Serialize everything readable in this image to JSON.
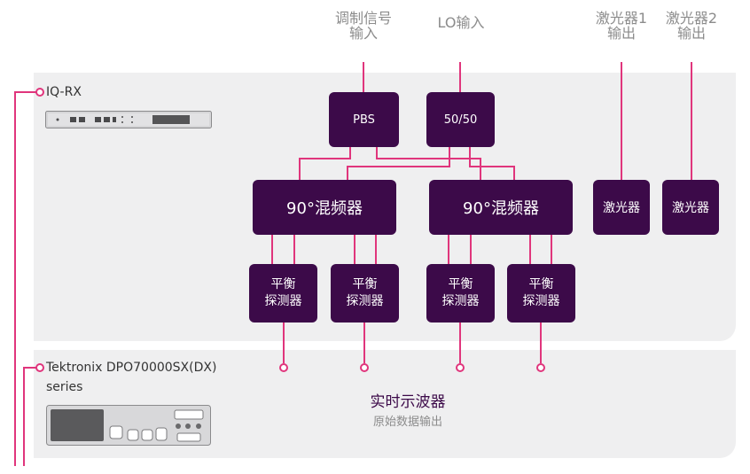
{
  "inputs": {
    "signal": "调制信号\n输入",
    "lo": "LO输入",
    "laser1": "激光器1\n输出",
    "laser2": "激光器2\n输出"
  },
  "receiver": {
    "name": "IQ-RX"
  },
  "scope": {
    "model": "Tektronix DPO70000SX(DX)\nseries",
    "title": "实时示波器",
    "subtitle": "原始数据输出"
  },
  "blocks": {
    "pbs": "PBS",
    "splitter": "50/50",
    "mixer_left": "90°混频器",
    "mixer_right": "90°混频器",
    "laser_a": "激光器",
    "laser_b": "激光器",
    "detector": "平衡\n探测器"
  },
  "colors": {
    "box_fill": "#3c0a49",
    "connector": "#e0357c",
    "panel": "#efeff0",
    "label_gray": "#8c8c8c",
    "scope_title": "#3c0a49"
  }
}
